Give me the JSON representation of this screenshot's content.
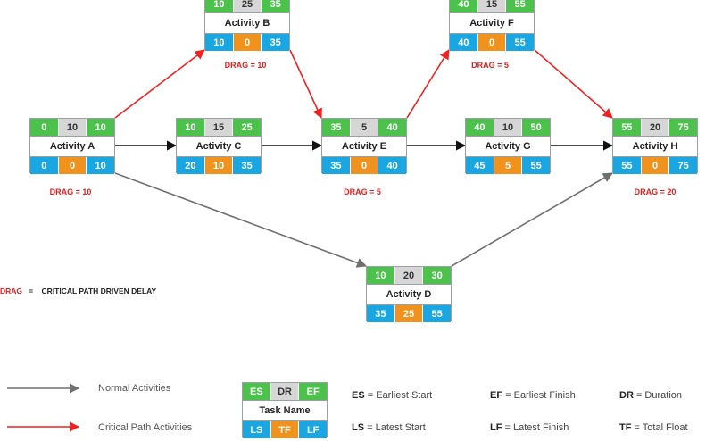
{
  "drag_note": {
    "term": "DRAG",
    "sep": "=",
    "meaning": "CRITICAL PATH DRIVEN DELAY"
  },
  "activities": {
    "A": {
      "name": "Activity A",
      "es": "0",
      "dr": "10",
      "ef": "10",
      "ls": "0",
      "tf": "0",
      "lf": "10",
      "drag": "DRAG = 10"
    },
    "B": {
      "name": "Activity B",
      "es": "10",
      "dr": "25",
      "ef": "35",
      "ls": "10",
      "tf": "0",
      "lf": "35",
      "drag": "DRAG = 10"
    },
    "C": {
      "name": "Activity C",
      "es": "10",
      "dr": "15",
      "ef": "25",
      "ls": "20",
      "tf": "10",
      "lf": "35",
      "drag": ""
    },
    "D": {
      "name": "Activity D",
      "es": "10",
      "dr": "20",
      "ef": "30",
      "ls": "35",
      "tf": "25",
      "lf": "55",
      "drag": ""
    },
    "E": {
      "name": "Activity E",
      "es": "35",
      "dr": "5",
      "ef": "40",
      "ls": "35",
      "tf": "0",
      "lf": "40",
      "drag": "DRAG = 5"
    },
    "F": {
      "name": "Activity F",
      "es": "40",
      "dr": "15",
      "ef": "55",
      "ls": "40",
      "tf": "0",
      "lf": "55",
      "drag": "DRAG = 5"
    },
    "G": {
      "name": "Activity G",
      "es": "40",
      "dr": "10",
      "ef": "50",
      "ls": "45",
      "tf": "5",
      "lf": "55",
      "drag": ""
    },
    "H": {
      "name": "Activity H",
      "es": "55",
      "dr": "20",
      "ef": "75",
      "ls": "55",
      "tf": "0",
      "lf": "75",
      "drag": "DRAG = 20"
    }
  },
  "edges": [
    {
      "from": "A",
      "to": "B",
      "kind": "critical"
    },
    {
      "from": "A",
      "to": "C",
      "kind": "normal-black"
    },
    {
      "from": "A",
      "to": "D",
      "kind": "normal"
    },
    {
      "from": "B",
      "to": "E",
      "kind": "critical"
    },
    {
      "from": "C",
      "to": "E",
      "kind": "normal-black"
    },
    {
      "from": "E",
      "to": "F",
      "kind": "critical"
    },
    {
      "from": "E",
      "to": "G",
      "kind": "normal-black"
    },
    {
      "from": "F",
      "to": "H",
      "kind": "critical"
    },
    {
      "from": "G",
      "to": "H",
      "kind": "normal-black"
    },
    {
      "from": "D",
      "to": "H",
      "kind": "normal"
    }
  ],
  "legend": {
    "normal_label": "Normal Activities",
    "critical_label": "Critical Path Activities",
    "key": {
      "es": "ES",
      "dr": "DR",
      "ef": "EF",
      "name": "Task Name",
      "ls": "LS",
      "tf": "TF",
      "lf": "LF"
    },
    "definitions": [
      {
        "abbr": "ES",
        "text": "= Earliest Start"
      },
      {
        "abbr": "EF",
        "text": "= Earliest Finish"
      },
      {
        "abbr": "DR",
        "text": "= Duration"
      },
      {
        "abbr": "LS",
        "text": "= Latest Start"
      },
      {
        "abbr": "LF",
        "text": "= Latest Finish"
      },
      {
        "abbr": "TF",
        "text": "= Total Float"
      }
    ]
  },
  "colors": {
    "critical": "#ee2222",
    "normal": "#707070",
    "normal_black": "#111111",
    "early": "#4cc24c",
    "duration": "#d6d6d6",
    "late": "#1aa6e0",
    "float": "#f0921e"
  }
}
